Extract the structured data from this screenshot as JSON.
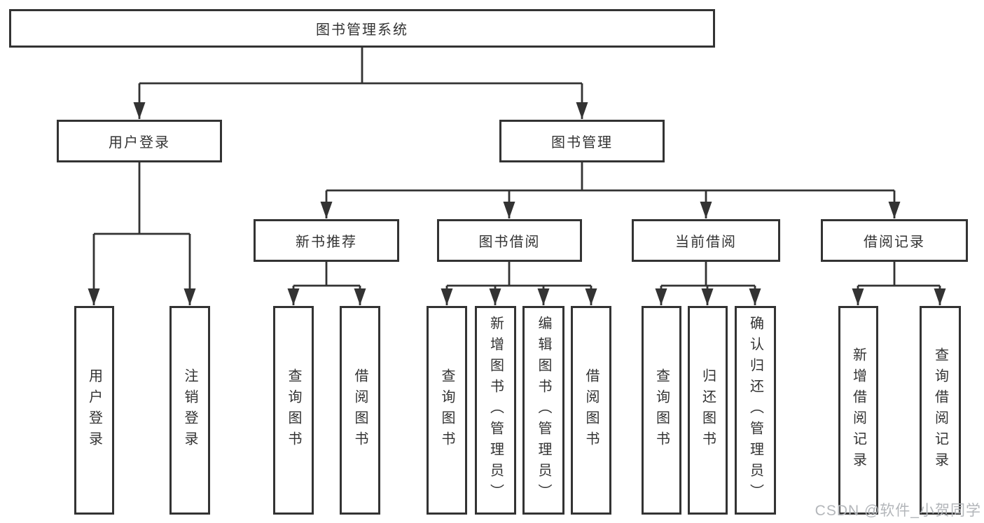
{
  "diagram_type": "hierarchy-tree",
  "colors": {
    "line": "#333333",
    "box_border": "#333333",
    "box_background": "#ffffff",
    "label_text": "#333333",
    "watermark_text": "#b3b6ba"
  },
  "tree": {
    "root": {
      "label": "图书管理系统"
    },
    "branches": [
      {
        "label": "用户登录",
        "children": [
          {
            "label": "用户登录"
          },
          {
            "label": "注销登录"
          }
        ]
      },
      {
        "label": "图书管理",
        "children": [
          {
            "label": "新书推荐",
            "children": [
              {
                "label": "查询图书"
              },
              {
                "label": "借阅图书"
              }
            ]
          },
          {
            "label": "图书借阅",
            "children": [
              {
                "label": "查询图书"
              },
              {
                "label": "新增图书（管理员）"
              },
              {
                "label": "编辑图书（管理员）"
              },
              {
                "label": "借阅图书"
              }
            ]
          },
          {
            "label": "当前借阅",
            "children": [
              {
                "label": "查询图书"
              },
              {
                "label": "归还图书"
              },
              {
                "label": "确认归还（管理员）"
              }
            ]
          },
          {
            "label": "借阅记录",
            "children": [
              {
                "label": "新增借阅记录"
              },
              {
                "label": "查询借阅记录"
              }
            ]
          }
        ]
      }
    ]
  },
  "watermark": "CSDN @软件_小贺同学"
}
